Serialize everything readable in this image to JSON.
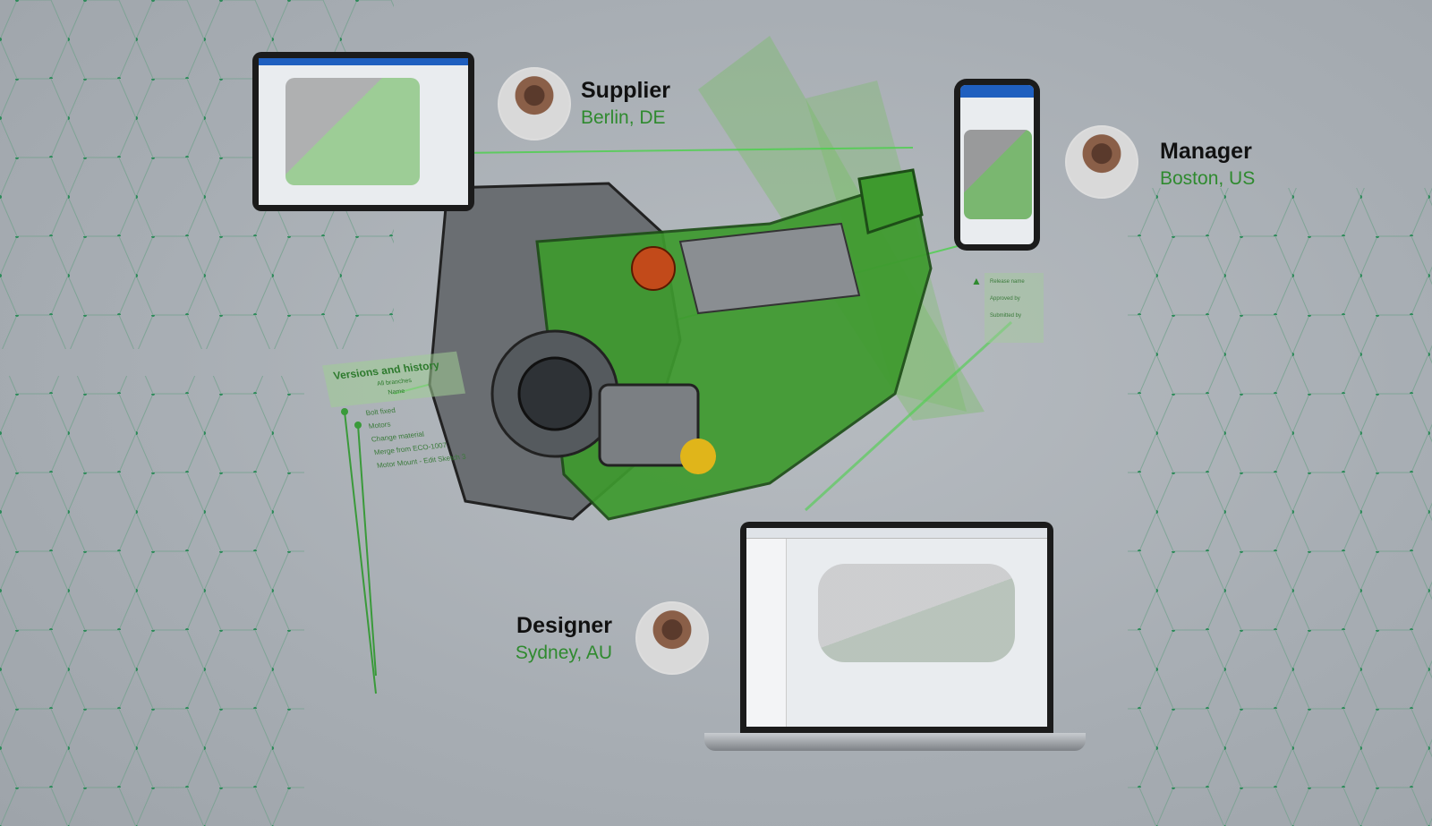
{
  "people": [
    {
      "role": "Supplier",
      "location": "Berlin, DE"
    },
    {
      "role": "Manager",
      "location": "Boston, US"
    },
    {
      "role": "Designer",
      "location": "Sydney, AU"
    }
  ],
  "versions_panel": {
    "title": "Versions and history",
    "tab": "All branches",
    "column": "Name",
    "rows": [
      "Bolt fixed",
      "Motors",
      "Change material",
      "Merge from ECO-1007",
      "Motor Mount - Edit Sketch 3"
    ]
  },
  "release_card": {
    "fields": [
      "Release name",
      "Approved by",
      "Submitted by"
    ]
  },
  "colors": {
    "accent": "#2f8a2f",
    "cad_green": "#3e9a2e",
    "background": "#a9afb5"
  }
}
